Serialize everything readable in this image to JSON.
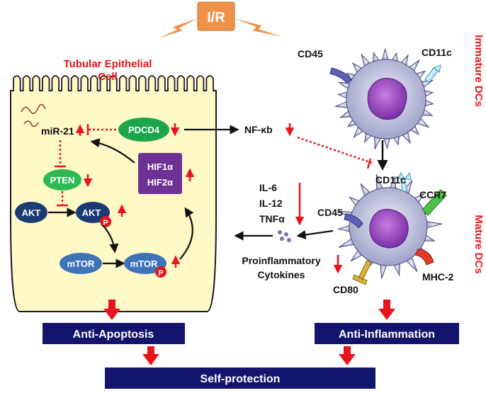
{
  "trigger": {
    "label": "I/R"
  },
  "cell": {
    "title_line1": "Tubular Epithelial",
    "title_line2": "Cell"
  },
  "nodes": {
    "mir21": "miR-21",
    "pdcd4": "PDCD4",
    "pten": "PTEN",
    "akt": "AKT",
    "akt_p": "AKT",
    "mtor": "mTOR",
    "mtor_p": "mTOR",
    "hif1": "HIF1α",
    "hif2": "HIF2α",
    "nfkb": "NF-κb",
    "phospho": "P"
  },
  "dc_immature": {
    "side_label": "Immature DCs",
    "cd45": "CD45",
    "cd11c": "CD11c"
  },
  "dc_mature": {
    "side_label": "Mature DCs",
    "cd45": "CD45",
    "cd11c": "CD11c",
    "ccr7": "CCR7",
    "mhc2": "MHC-2",
    "cd80": "CD80"
  },
  "cytokines": {
    "il6": "IL-6",
    "il12": "IL-12",
    "tnfa": "TNFα",
    "caption_line1": "Proinflammatory",
    "caption_line2": "Cytokines"
  },
  "outcomes": {
    "anti_apoptosis": "Anti-Apoptosis",
    "anti_inflammation": "Anti-Inflammation",
    "self_protection": "Self-protection"
  },
  "colors": {
    "red": "#e8141b",
    "navy": "#13146b",
    "cell_fill": "#fff8c7",
    "pdcd4": "#1ca64a",
    "pten": "#2dba52",
    "akt": "#1a3c73",
    "mtor": "#3f73b8",
    "hif": "#6d3293",
    "dc": "#b9bcd6",
    "ir": "#f0924a"
  }
}
